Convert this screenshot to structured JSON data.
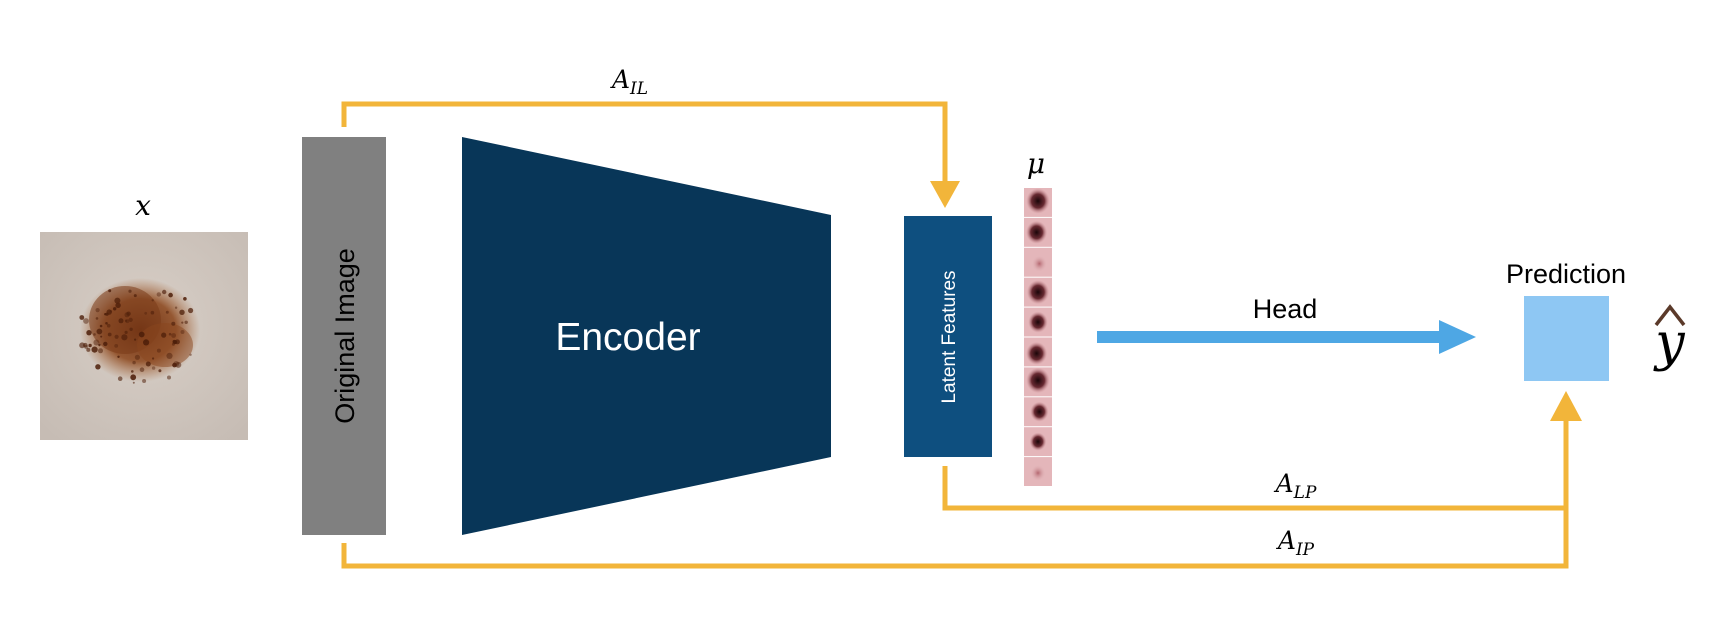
{
  "input": {
    "symbol": "x"
  },
  "boxes": {
    "original": "Original Image",
    "encoder": "Encoder",
    "latent": "Latent Features",
    "prediction": "Prediction"
  },
  "latent_symbol": "μ",
  "head_label": "Head",
  "output_symbol": "y",
  "arrows": {
    "il": {
      "main": "A",
      "sub": "IL"
    },
    "lp": {
      "main": "A",
      "sub": "LP"
    },
    "ip": {
      "main": "A",
      "sub": "IP"
    }
  },
  "colors": {
    "orange": "#f2b53a",
    "gray": "#808080",
    "encoder": "#083658",
    "latent": "#0e4f7f",
    "head": "#4ea7e4",
    "prediction": "#8ec7f3"
  },
  "prototype_count": 10
}
